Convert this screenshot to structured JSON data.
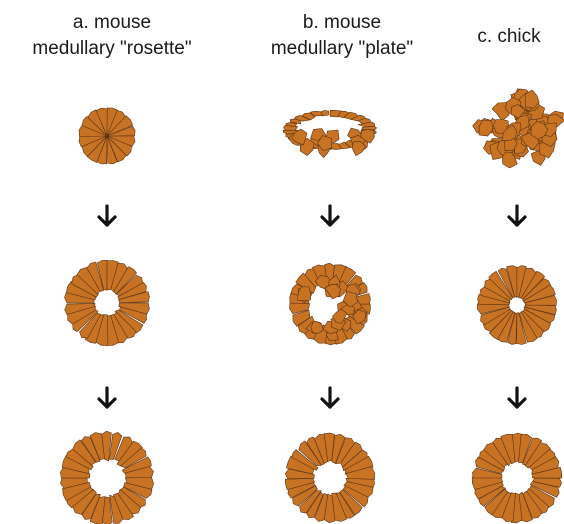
{
  "columns": [
    {
      "id": "a",
      "title_line1": "a.  mouse",
      "title_line2": "medullary \"rosette\""
    },
    {
      "id": "b",
      "title_line1": "b.  mouse",
      "title_line2": "medullary \"plate\""
    },
    {
      "id": "c",
      "title_line1": "c. chick",
      "title_line2": ""
    }
  ],
  "colors": {
    "cell_fill": "#c87224",
    "cell_stroke": "#5a3414",
    "arrow": "#111111",
    "background": "#ffffff"
  }
}
